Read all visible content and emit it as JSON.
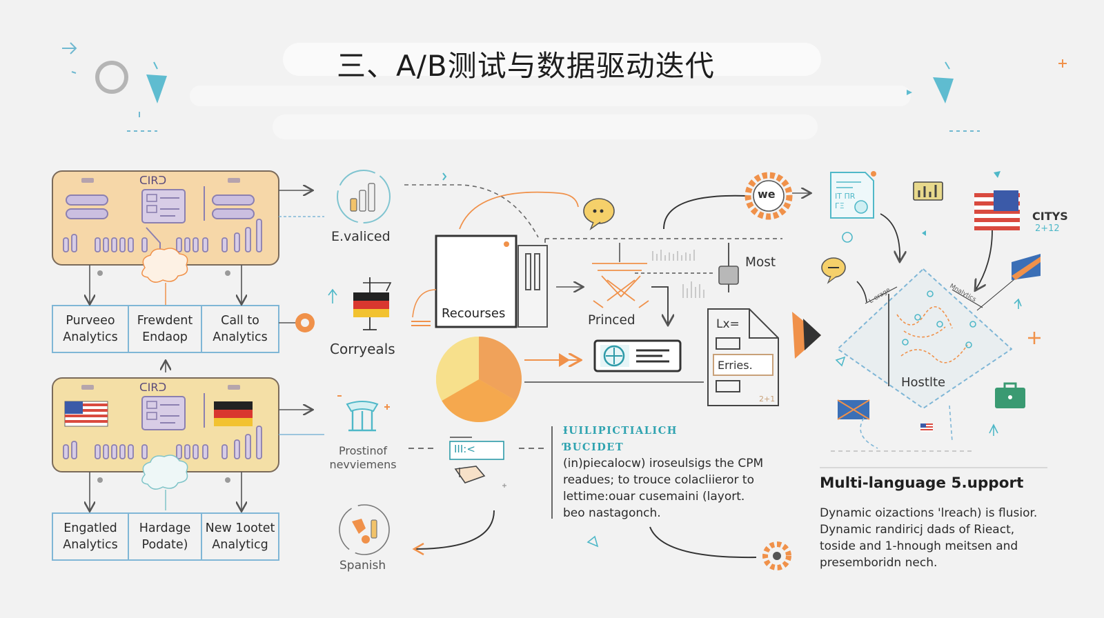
{
  "title": "三、A/B测试与数据驱动迭代",
  "panel_top": {
    "chip": "ᑕIRᑐ",
    "cells": [
      {
        "line1": "Purveeo",
        "line2": "Analytics"
      },
      {
        "line1": "Frewdent",
        "line2": "Endaop"
      },
      {
        "line1": "Call to",
        "line2": "Analytics"
      }
    ]
  },
  "panel_bottom": {
    "chip": "ᑕIRᑐ",
    "cells": [
      {
        "line1": "Engatled",
        "line2": "Analytics"
      },
      {
        "line1": "Hardage",
        "line2": "Podate)"
      },
      {
        "line1": "New 1ootet",
        "line2": "Analyticg"
      }
    ]
  },
  "col2": {
    "evaluated": "E.valiced",
    "corryeals": "Corryeals",
    "prostinof_1": "Prostinof",
    "prostinof_2": "nevviemens",
    "spanish": "Spanish"
  },
  "center": {
    "recourses": "Recourses",
    "princed": "Princed",
    "most": "Most",
    "erries": "Erries.",
    "doc_head": "Lⅹ=",
    "doc_num": "2+1",
    "we": "we",
    "search_text": "ⅠⅠⅠ:<"
  },
  "right": {
    "citys": "CITYS",
    "citys_num": "2+12",
    "hostlte": "Hostlte",
    "pin_a": "Ɫ-erage",
    "pin_b": "Mnalytics",
    "doc_text_1": "ⅠТ ПR",
    "doc_text_2": "ГΞ"
  },
  "quote": {
    "heading1": "ƗUILIPICTIALICH",
    "heading2": "ƁUCIDET",
    "lines": [
      "(in)piecalocw) iroseulsigs the CPM",
      "readues; to trouce colacliieror to",
      "lettime:ouar cusemaini (layort.",
      "beo nastagonch."
    ]
  },
  "multilang": {
    "heading": "Multi-language  5.upport",
    "lines": [
      "Dynamic oizactions 'lreach) is flusior.",
      "Dynamic randiricj dads of Rieact,",
      "toside and 1-hnough meitsen and",
      "presemboridn nech."
    ]
  },
  "colors": {
    "orange": "#f0914a",
    "panel_fill": "#f6d7a8",
    "panel_fill_2": "#f4dfa6",
    "teal": "#4fb8c8",
    "blue_cell_border": "#7fb6d6",
    "purple": "#8b7fb0"
  },
  "icons": [
    "arrow-right-icon",
    "ring-icon",
    "cone-icon",
    "chart-bubble-icon",
    "speech-bubble-icon",
    "gear-icon",
    "flag-icon",
    "pie-chart-icon",
    "document-icon",
    "map-icon",
    "music-note-icon",
    "briefcase-icon",
    "plus-icon"
  ]
}
